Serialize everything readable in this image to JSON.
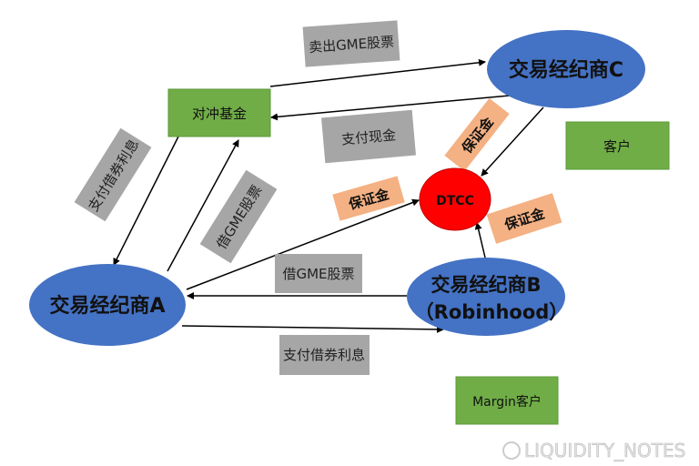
{
  "nodes": {
    "hedge_fund": "对冲基金",
    "broker_c": "交易经纪商C",
    "broker_a": "交易经纪商A",
    "broker_b_line1": "交易经纪商B",
    "broker_b_line2": "（Robinhood）",
    "dtcc": "DTCC",
    "client": "客户",
    "margin_client": "Margin客户"
  },
  "labels": {
    "sell_gme": "卖出GME股票",
    "pay_cash": "支付现金",
    "pay_interest_left": "支付借券利息",
    "borrow_gme_left": "借GME股票",
    "borrow_gme_mid": "借GME股票",
    "pay_interest_mid": "支付借券利息",
    "margin_c": "保证金",
    "margin_a": "保证金",
    "margin_b": "保证金"
  },
  "watermark": "LIQUIDITY_NOTES",
  "colors": {
    "green": "#70ad47",
    "blue": "#4472c4",
    "red": "#ff0000",
    "gray": "#a6a6a6",
    "orange": "#f4b183"
  }
}
